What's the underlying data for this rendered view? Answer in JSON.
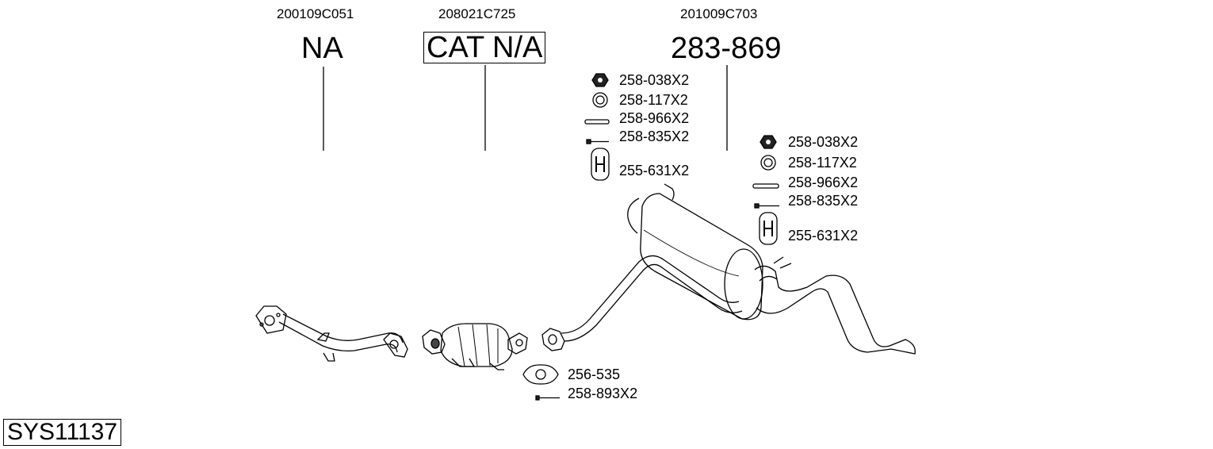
{
  "sections": [
    {
      "oe_number": "200109C051",
      "part_number": "NA"
    },
    {
      "oe_number": "208021C725",
      "part_number": "CAT N/A"
    },
    {
      "oe_number": "201009C703",
      "part_number": "283-869"
    }
  ],
  "fittings_left": [
    {
      "icon": "nut-icon",
      "label": "258-038X2"
    },
    {
      "icon": "ring-icon",
      "label": "258-117X2"
    },
    {
      "icon": "sleeve-icon",
      "label": "258-966X2"
    },
    {
      "icon": "bolt-icon",
      "label": "258-835X2"
    },
    {
      "icon": "hanger-icon",
      "label": "255-631X2"
    }
  ],
  "fittings_right": [
    {
      "icon": "nut-icon",
      "label": "258-038X2"
    },
    {
      "icon": "ring-icon",
      "label": "258-117X2"
    },
    {
      "icon": "sleeve-icon",
      "label": "258-966X2"
    },
    {
      "icon": "bolt-icon",
      "label": "258-835X2"
    },
    {
      "icon": "hanger-icon",
      "label": "255-631X2"
    }
  ],
  "fittings_bottom": [
    {
      "icon": "gasket-icon",
      "label": "256-535"
    },
    {
      "icon": "bolt-icon",
      "label": "258-893X2"
    }
  ],
  "system_id": "SYS11137"
}
